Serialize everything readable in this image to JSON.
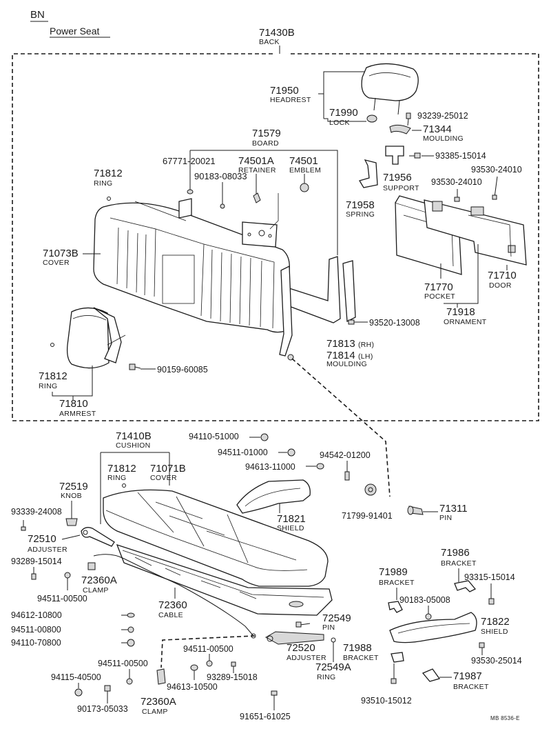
{
  "header": {
    "code": "BN",
    "title": "Power Seat"
  },
  "footer": {
    "ref": "MB 8536-E"
  },
  "parts": {
    "back": {
      "no": "71430B",
      "name": "BACK"
    },
    "headrest": {
      "no": "71950",
      "name": "HEADREST"
    },
    "lock": {
      "no": "71990",
      "name": "LOCK"
    },
    "screw_93239": {
      "no": "93239-25012"
    },
    "moulding_71344": {
      "no": "71344",
      "name": "MOULDING"
    },
    "board": {
      "no": "71579",
      "name": "BOARD"
    },
    "p67771": {
      "no": "67771-20021"
    },
    "retainer": {
      "no": "74501A",
      "name": "RETAINER"
    },
    "emblem": {
      "no": "74501",
      "name": "EMBLEM"
    },
    "p90183_08033": {
      "no": "90183-08033"
    },
    "screw_93385": {
      "no": "93385-15014"
    },
    "support": {
      "no": "71956",
      "name": "SUPPORT"
    },
    "spring": {
      "no": "71958",
      "name": "SPRING"
    },
    "screw_93530_a": {
      "no": "93530-24010"
    },
    "screw_93530_b": {
      "no": "93530-24010"
    },
    "ring_top": {
      "no": "71812",
      "name": "RING"
    },
    "cover_back": {
      "no": "71073B",
      "name": "COVER"
    },
    "door": {
      "no": "71710",
      "name": "DOOR"
    },
    "pocket": {
      "no": "71770",
      "name": "POCKET"
    },
    "ornament": {
      "no": "71918",
      "name": "ORNAMENT"
    },
    "screw_93520": {
      "no": "93520-13008"
    },
    "moulding_rh": {
      "no": "71813",
      "side": "(RH)"
    },
    "moulding_lh": {
      "no": "71814",
      "side": "(LH)",
      "name": "MOULDING"
    },
    "bolt_90159": {
      "no": "90159-60085"
    },
    "ring_arm": {
      "no": "71812",
      "name": "RING"
    },
    "armrest": {
      "no": "71810",
      "name": "ARMREST"
    },
    "cushion": {
      "no": "71410B",
      "name": "CUSHION"
    },
    "ring_cushion": {
      "no": "71812",
      "name": "RING"
    },
    "cover_cushion": {
      "no": "71071B",
      "name": "COVER"
    },
    "nut_94110_51000": {
      "no": "94110-51000"
    },
    "washer_94511_01000": {
      "no": "94511-01000"
    },
    "washer_94613_11000": {
      "no": "94613-11000"
    },
    "p94542": {
      "no": "94542-01200"
    },
    "knob": {
      "no": "72519",
      "name": "KNOB"
    },
    "screw_93339": {
      "no": "93339-24008"
    },
    "shield_71821": {
      "no": "71821",
      "name": "SHIELD"
    },
    "p71799": {
      "no": "71799-91401"
    },
    "pin_71311": {
      "no": "71311",
      "name": "PIN"
    },
    "adjuster_72510": {
      "no": "72510",
      "name": "ADJUSTER"
    },
    "screw_93289_a": {
      "no": "93289-15014"
    },
    "clamp_72360a_top": {
      "no": "72360A",
      "name": "CLAMP"
    },
    "washer_94511_00500_a": {
      "no": "94511-00500"
    },
    "cable": {
      "no": "72360",
      "name": "CABLE"
    },
    "bracket_71986": {
      "no": "71986",
      "name": "BRACKET"
    },
    "bracket_71989": {
      "no": "71989",
      "name": "BRACKET"
    },
    "screw_93315": {
      "no": "93315-15014"
    },
    "p90183_05008": {
      "no": "90183-05008"
    },
    "washer_94612": {
      "no": "94612-10800"
    },
    "washer_94511_00800": {
      "no": "94511-00800"
    },
    "nut_94110_70800": {
      "no": "94110-70800"
    },
    "pin_72549": {
      "no": "72549",
      "name": "PIN"
    },
    "shield_71822": {
      "no": "71822",
      "name": "SHIELD"
    },
    "adjuster_72520": {
      "no": "72520",
      "name": "ADJUSTER"
    },
    "ring_72549a": {
      "no": "72549A",
      "name": "RING"
    },
    "bracket_71988": {
      "no": "71988",
      "name": "BRACKET"
    },
    "screw_93530_25014": {
      "no": "93530-25014"
    },
    "washer_94511_00500_b": {
      "no": "94511-00500"
    },
    "washer_94511_00500_c": {
      "no": "94511-00500"
    },
    "screw_93289_b": {
      "no": "93289-15018"
    },
    "nut_94115": {
      "no": "94115-40500"
    },
    "washer_94613_10500": {
      "no": "94613-10500"
    },
    "bracket_71987": {
      "no": "71987",
      "name": "BRACKET"
    },
    "p90173": {
      "no": "90173-05033"
    },
    "clamp_72360a_bot": {
      "no": "72360A",
      "name": "CLAMP"
    },
    "screw_93510": {
      "no": "93510-15012"
    },
    "bolt_91651": {
      "no": "91651-61025"
    }
  }
}
